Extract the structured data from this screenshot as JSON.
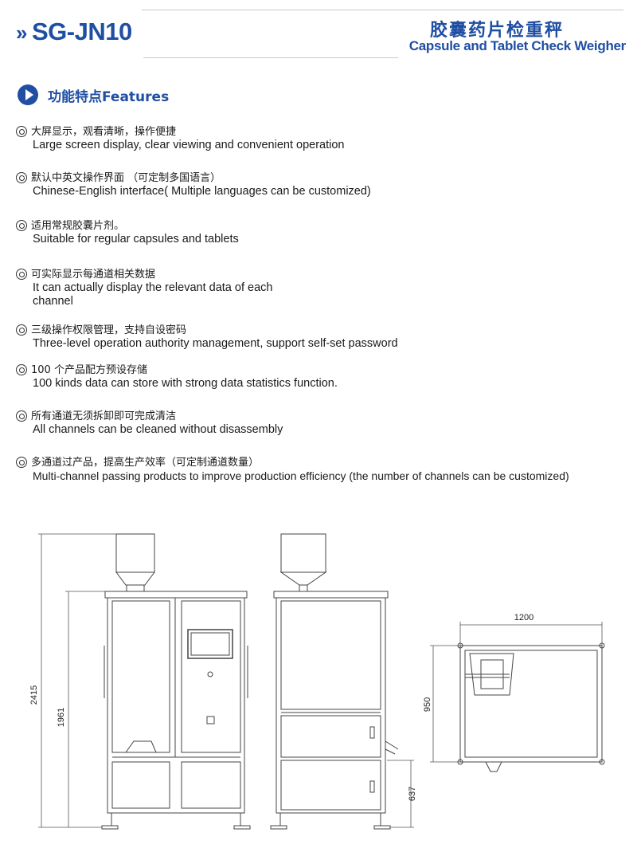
{
  "header": {
    "chevron": "»",
    "model": "SG-JN10",
    "title_cn": "胶囊药片检重秤",
    "title_en": "Capsule and Tablet Check Weigher"
  },
  "section": {
    "icon": "play-circle-icon",
    "title": "功能特点Features"
  },
  "features": [
    {
      "cn": "大屏显示，观看清晰，操作便捷",
      "en": [
        "Large screen display, clear viewing and convenient operation"
      ]
    },
    {
      "cn": "默认中英文操作界面 （可定制多国语言）",
      "en": [
        "Chinese-English interface( Multiple languages can be customized)"
      ]
    },
    {
      "cn": "适用常规胶囊片剂。",
      "en": [
        "Suitable for regular capsules and tablets"
      ]
    },
    {
      "cn": "可实际显示每通道相关数据",
      "en": [
        "It can actually display the relevant data of each",
        "channel"
      ]
    },
    {
      "cn": "三级操作权限管理，支持自设密码",
      "en": [
        "Three-level operation authority management, support self-set password"
      ]
    },
    {
      "cn": "100 个产品配方预设存储",
      "en": [
        "100 kinds data can store with strong data statistics function."
      ]
    },
    {
      "cn": "所有通道无须拆卸即可完成清洁",
      "en": [
        "All channels can be cleaned without disassembly"
      ]
    },
    {
      "cn": "多通道过产品，提高生产效率（可定制通道数量）",
      "en": [
        "Multi-channel passing products to improve production efficiency (the number of channels can be customized)"
      ]
    }
  ],
  "dimensions": {
    "total_height": "2415",
    "body_height": "1961",
    "drawer_height": "637",
    "width": "1200",
    "depth": "950"
  }
}
